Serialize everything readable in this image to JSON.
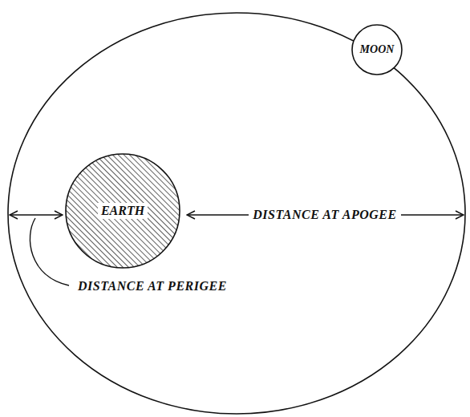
{
  "diagram": {
    "nodes": [
      {
        "text": [
          "MOON"
        ]
      },
      {
        "text": [
          "EARTH"
        ]
      }
    ],
    "labels": [
      "DISTANCE AT APOGEE",
      "DISTANCE AT PERIGEE"
    ]
  }
}
